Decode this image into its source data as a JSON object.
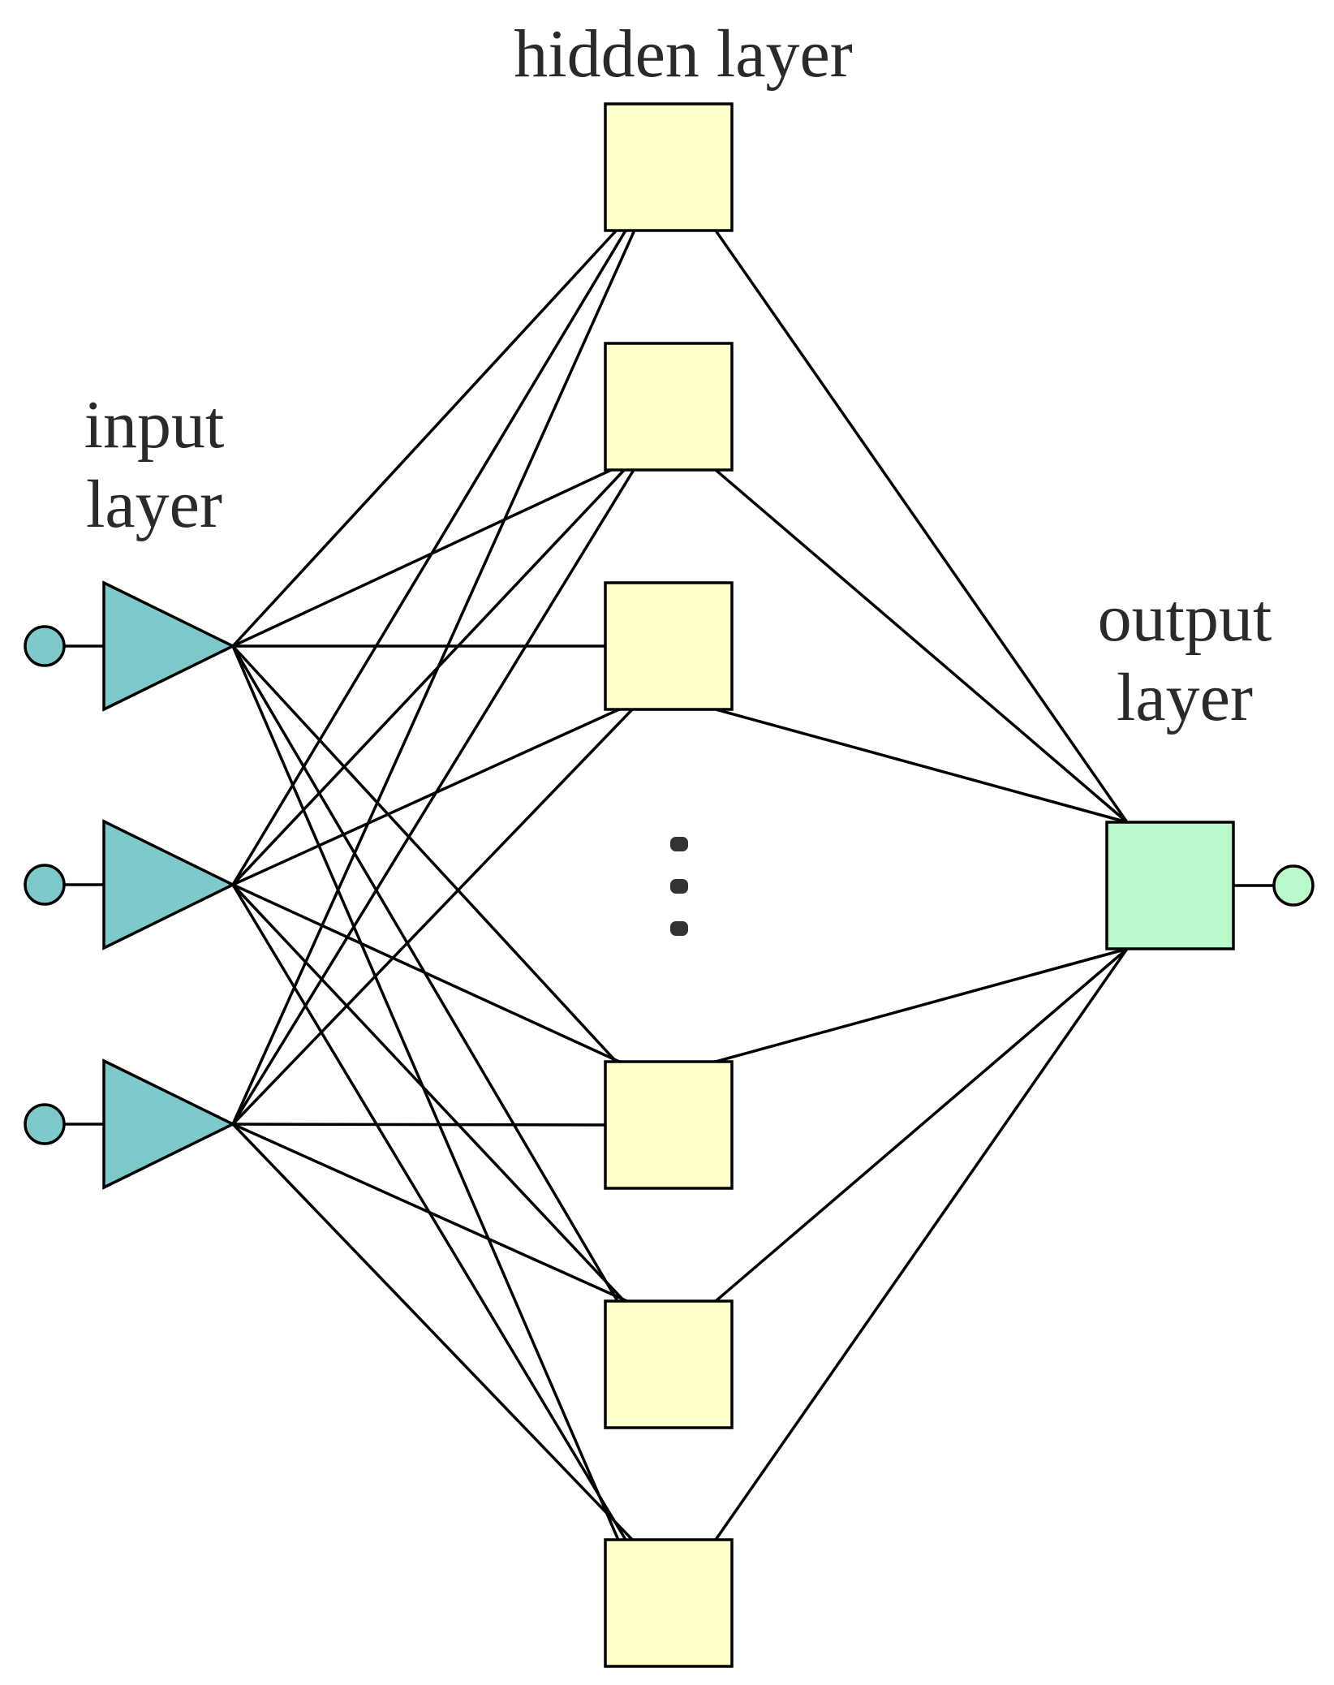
{
  "labels": {
    "hidden_layer": "hidden layer",
    "input_layer": [
      "input",
      "layer"
    ],
    "output_layer": [
      "output",
      "layer"
    ]
  },
  "network": {
    "input_nodes": 3,
    "hidden_nodes_shown": 6,
    "hidden_ellipsis": true,
    "output_nodes": 1,
    "fully_connected": true
  },
  "colors": {
    "input_fill": "#7ecaca",
    "hidden_fill": "#ffffcc",
    "output_fill": "#bbf9cc",
    "stroke": "#000000"
  }
}
